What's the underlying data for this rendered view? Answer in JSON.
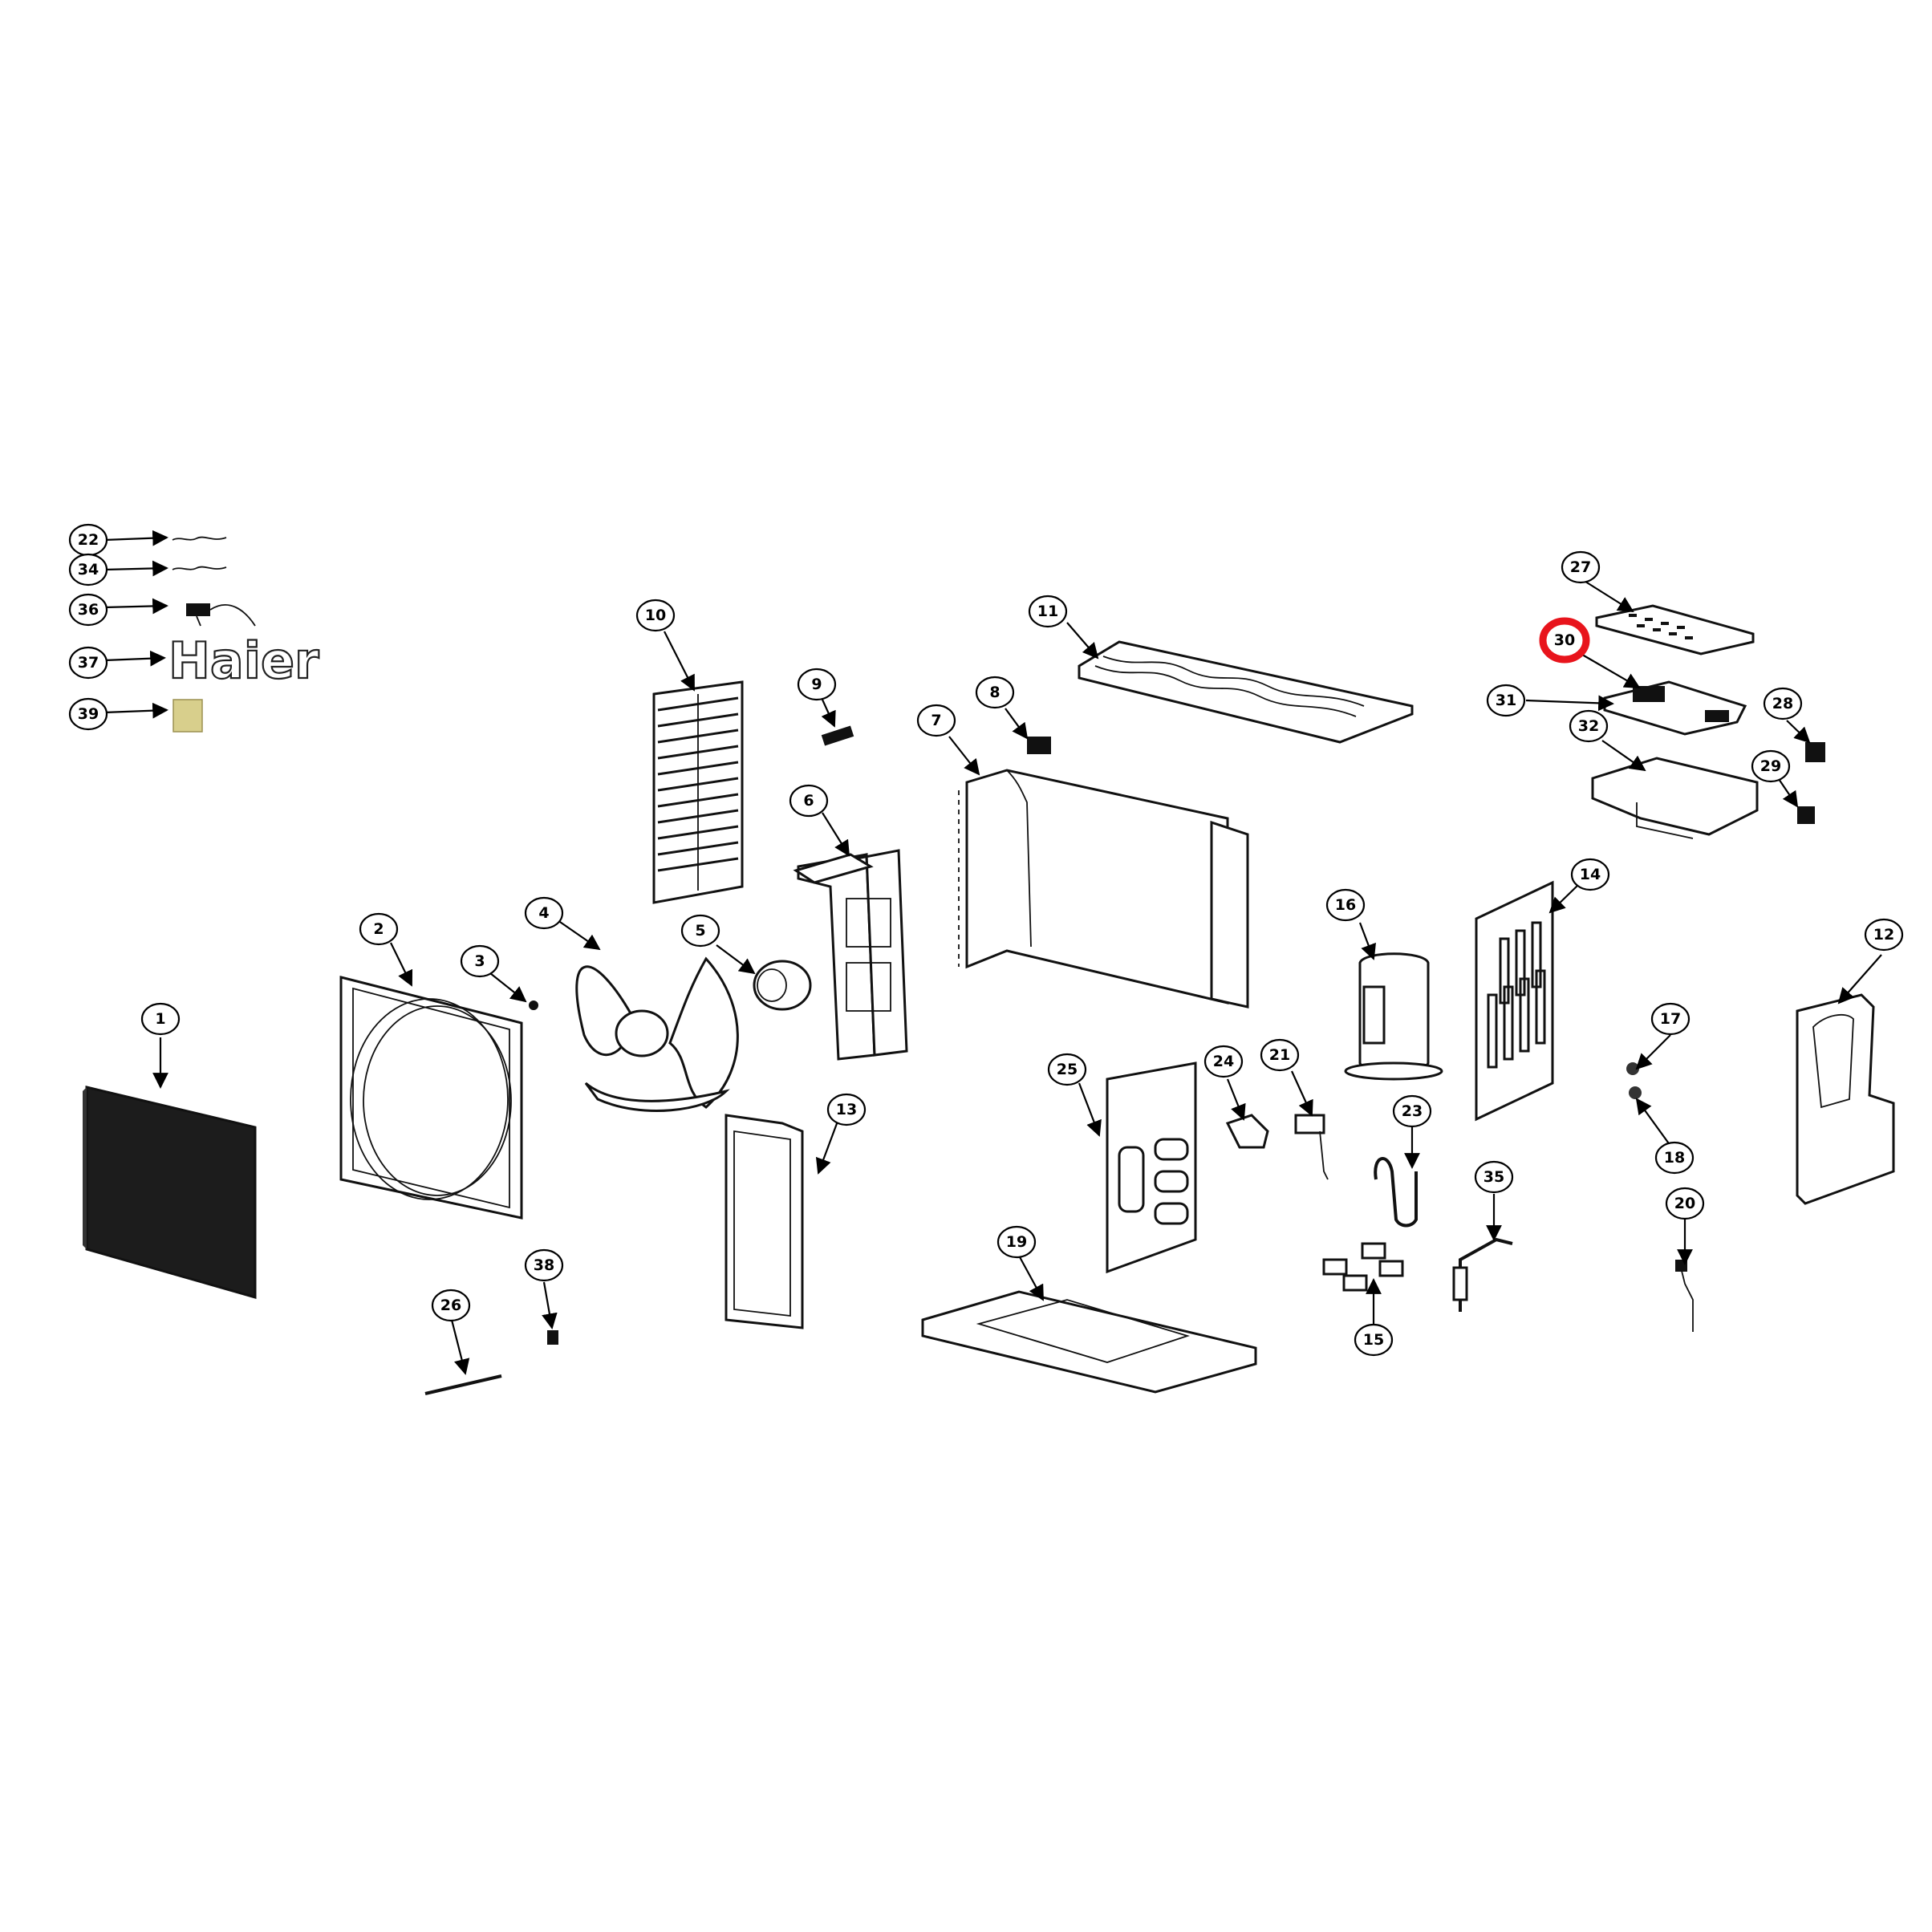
{
  "brand": {
    "logo_text": "Haier"
  },
  "callouts": {
    "c1": "1",
    "c2": "2",
    "c3": "3",
    "c4": "4",
    "c5": "5",
    "c6": "6",
    "c7": "7",
    "c8": "8",
    "c9": "9",
    "c10": "10",
    "c11": "11",
    "c12": "12",
    "c13": "13",
    "c14": "14",
    "c15": "15",
    "c16": "16",
    "c17": "17",
    "c18": "18",
    "c19": "19",
    "c20": "20",
    "c21": "21",
    "c22": "22",
    "c23": "23",
    "c24": "24",
    "c25": "25",
    "c26": "26",
    "c27": "27",
    "c28": "28",
    "c29": "29",
    "c30": "30",
    "c31": "31",
    "c32": "32",
    "c34": "34",
    "c35": "35",
    "c36": "36",
    "c37": "37",
    "c38": "38",
    "c39": "39"
  },
  "highlight": {
    "callout": "30",
    "color": "#e8141c"
  },
  "colors": {
    "line": "#000000",
    "label_39": "#d8cf8c"
  }
}
